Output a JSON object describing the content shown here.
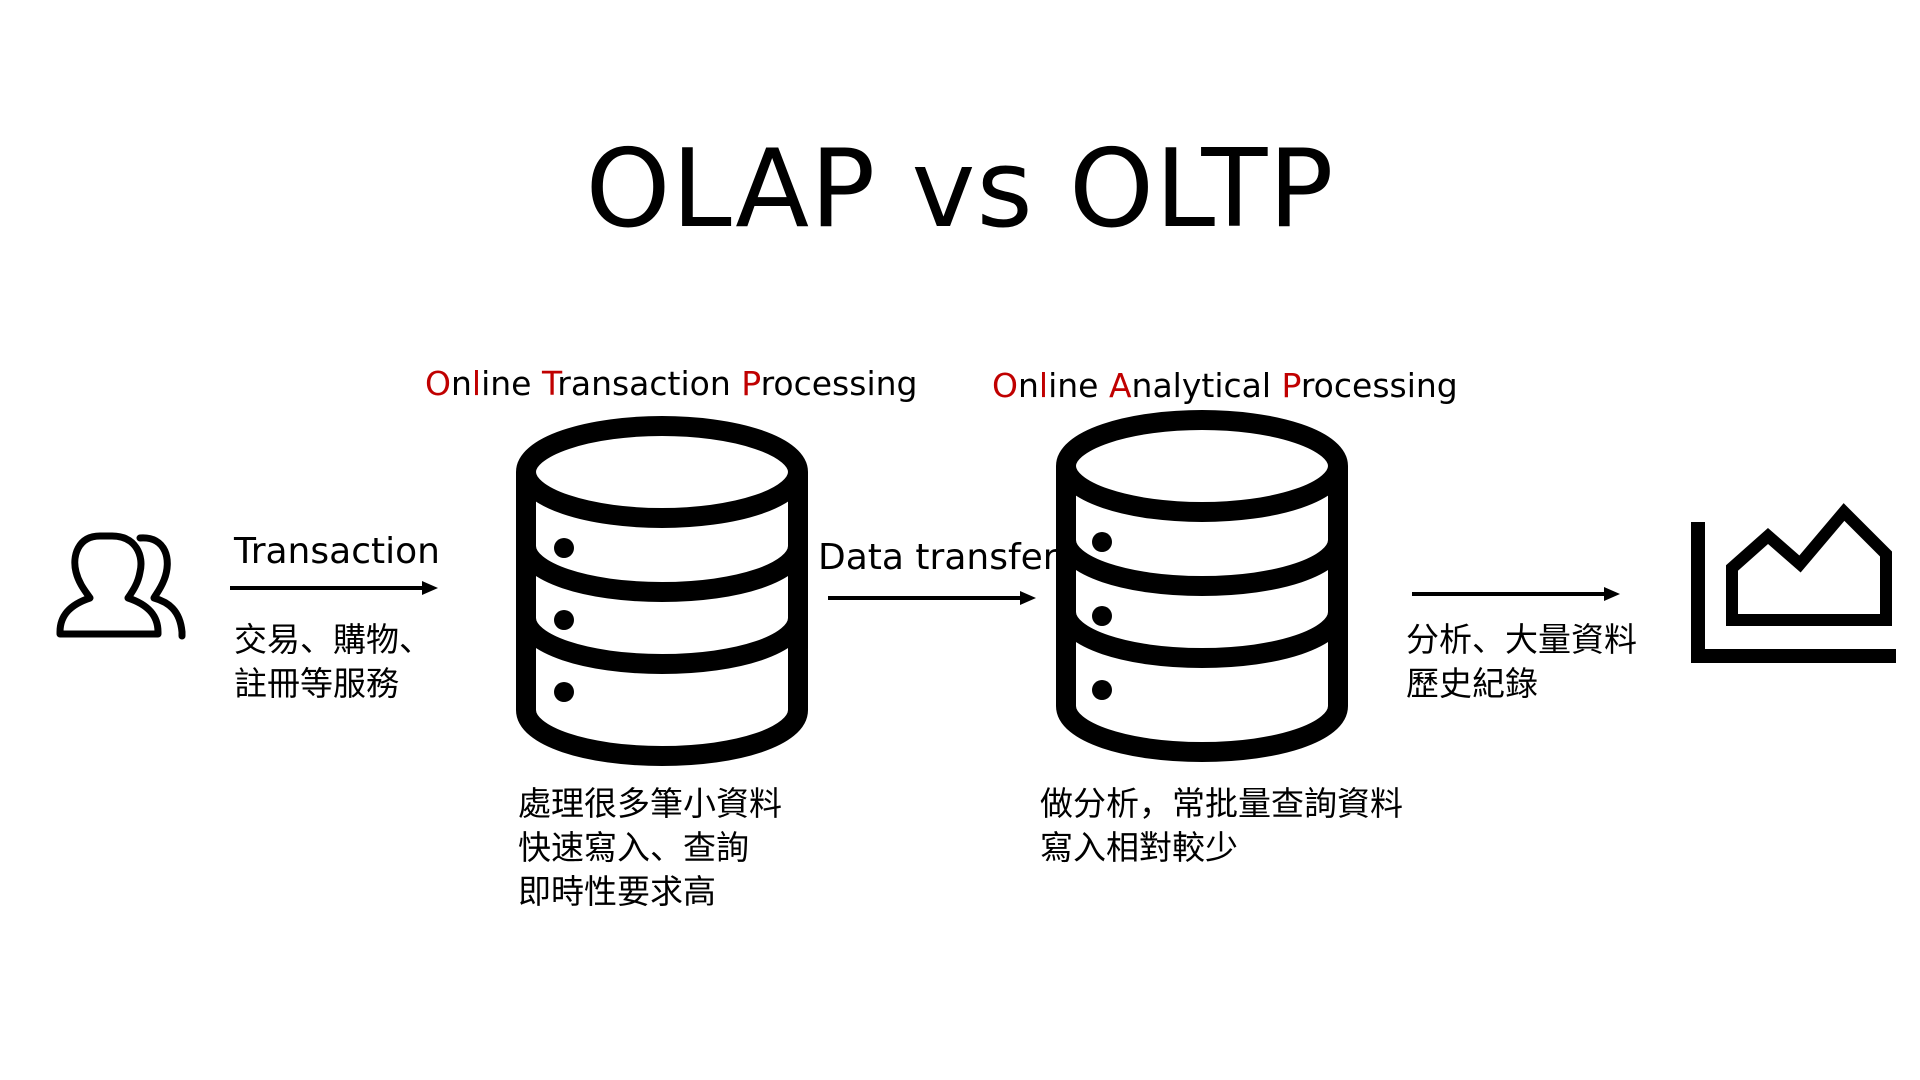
{
  "title": "OLAP vs OLTP",
  "oltp": {
    "heading": [
      {
        "text": "O",
        "hl": true
      },
      {
        "text": "n",
        "hl": false
      },
      {
        "text": "l",
        "hl": true
      },
      {
        "text": "ine ",
        "hl": false
      },
      {
        "text": "T",
        "hl": true
      },
      {
        "text": "ransaction ",
        "hl": false
      },
      {
        "text": "P",
        "hl": true
      },
      {
        "text": "rocessing",
        "hl": false
      }
    ],
    "notes": [
      "處理很多筆小資料",
      "快速寫入、查詢",
      "即時性要求高"
    ]
  },
  "olap": {
    "heading": [
      {
        "text": "O",
        "hl": true
      },
      {
        "text": "n",
        "hl": false
      },
      {
        "text": "l",
        "hl": true
      },
      {
        "text": "ine ",
        "hl": false
      },
      {
        "text": "A",
        "hl": true
      },
      {
        "text": "nalytical ",
        "hl": false
      },
      {
        "text": "P",
        "hl": true
      },
      {
        "text": "rocessing",
        "hl": false
      }
    ],
    "notes": [
      "做分析，常批量查詢資料",
      "寫入相對較少"
    ]
  },
  "transaction": {
    "label": "Transaction",
    "notes": [
      "交易、購物、",
      "註冊等服務"
    ]
  },
  "data_transfer": {
    "label": "Data transfer"
  },
  "analysis": {
    "notes": [
      "分析、大量資料",
      "歷史紀錄"
    ]
  },
  "colors": {
    "accent": "#c00000",
    "ink": "#000000",
    "background": "#ffffff"
  },
  "icons": {
    "users": "users-icon",
    "database": "database-icon",
    "chart": "area-chart-icon"
  }
}
